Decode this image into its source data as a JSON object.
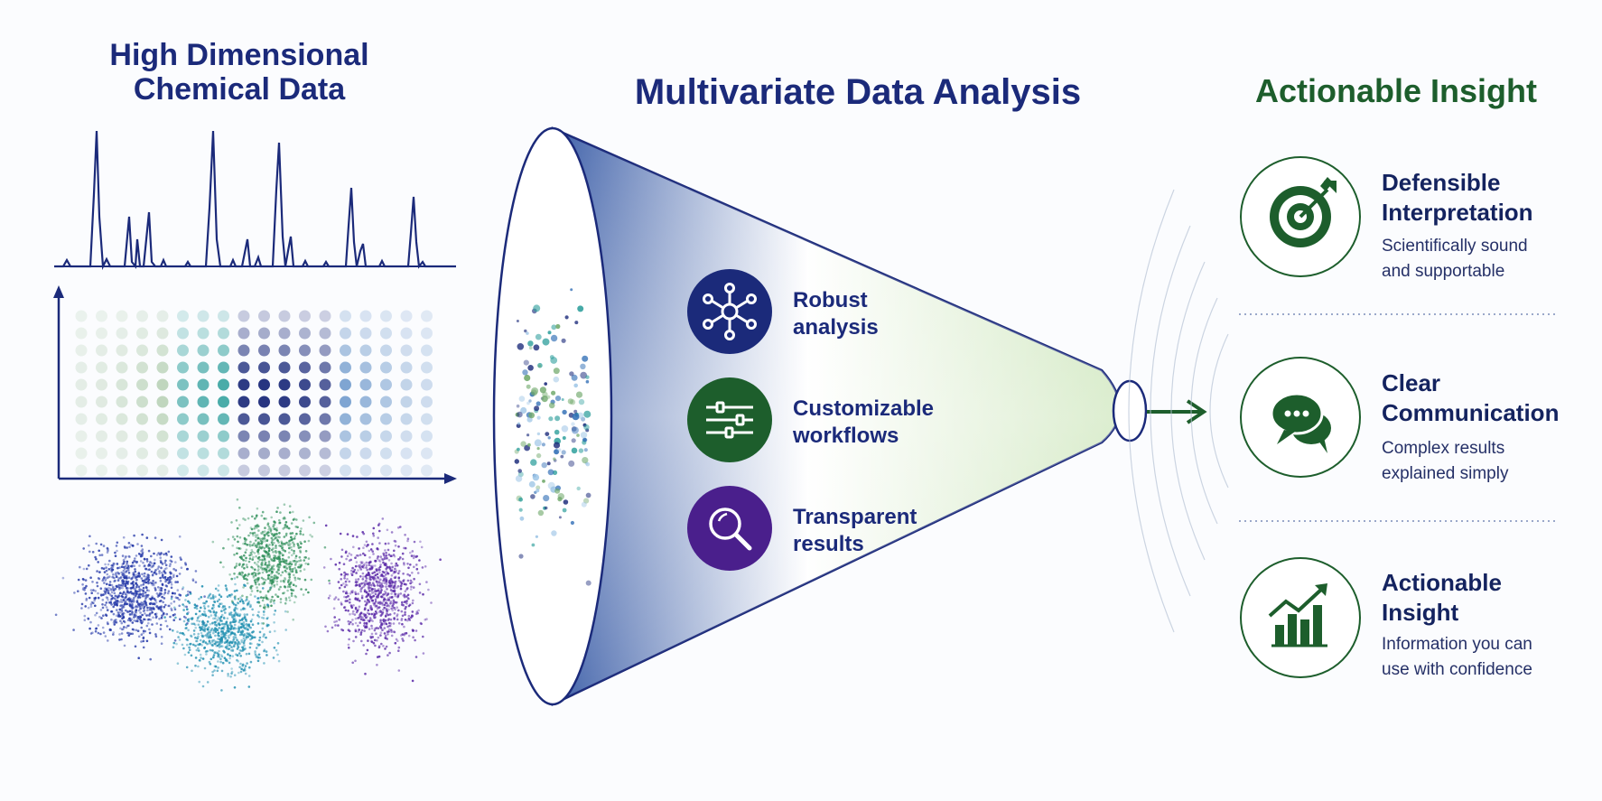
{
  "left_panel": {
    "title_line1": "High Dimensional",
    "title_line2": "Chemical Data"
  },
  "center_panel": {
    "title": "Multivariate Data Analysis",
    "features": [
      {
        "icon": "network-icon",
        "line1": "Robust",
        "line2": "analysis",
        "color": "#1b2a7a"
      },
      {
        "icon": "sliders-icon",
        "line1": "Customizable",
        "line2": "workflows",
        "color": "#1d5e2c"
      },
      {
        "icon": "magnifier-icon",
        "line1": "Transparent",
        "line2": "results",
        "color": "#4a1f8c"
      }
    ]
  },
  "right_panel": {
    "title": "Actionable Insight",
    "outcomes": [
      {
        "icon": "target-icon",
        "title1": "Defensible",
        "title2": "Interpretation",
        "desc1": "Scientifically sound",
        "desc2": "and supportable"
      },
      {
        "icon": "chat-bubbles-icon",
        "title1": "Clear",
        "title2": "Communication",
        "desc1": "Complex results",
        "desc2": "explained simply"
      },
      {
        "icon": "growth-chart-icon",
        "title1": "Actionable",
        "title2": "Insight",
        "desc1": "Information you can",
        "desc2": "use with confidence"
      }
    ]
  },
  "colors": {
    "navy": "#1b2a7a",
    "green": "#1d5e2c",
    "purple": "#4a1f8c",
    "blue": "#2f6db5",
    "teal": "#2a9d9a"
  }
}
